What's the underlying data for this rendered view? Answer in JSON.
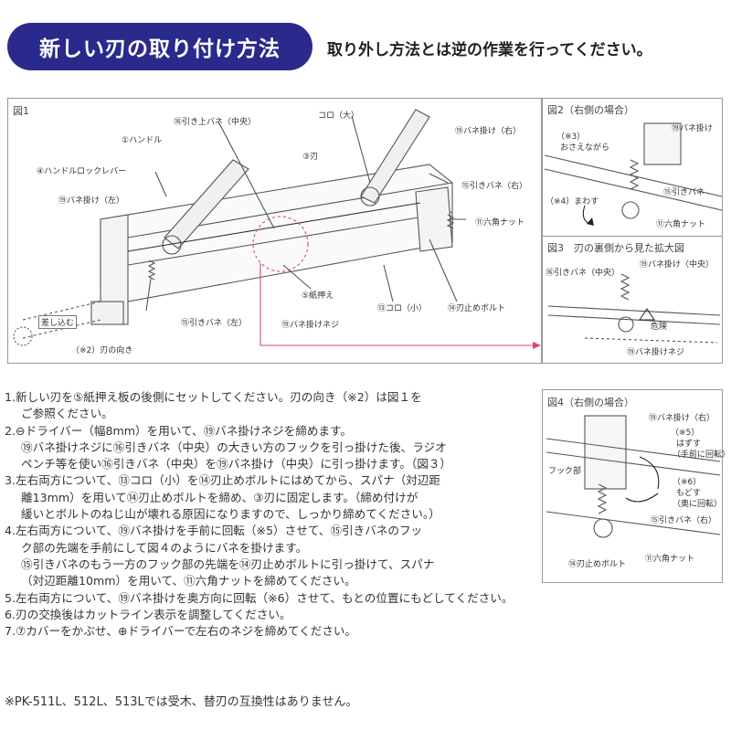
{
  "header": {
    "title": "新しい刃の取り付け方法",
    "subtitle": "取り外し方法とは逆の作業を行ってください。"
  },
  "figure1": {
    "label": "図1",
    "callouts": {
      "center_upper_spring": "⑯引き上バネ（中央）",
      "handle": "①ハンドル",
      "roller_large": "コロ（大）",
      "blade": "③刃",
      "spring_hook_right": "⑲バネ掛け（右）",
      "handle_lock_lever": "④ハンドルロックレバー",
      "spring_hook_left": "⑲バネ掛け（左）",
      "pull_spring_right": "⑮引きバネ（右）",
      "hex_nut": "⑪六角ナット",
      "paper_press": "⑤紙押え",
      "roller_small": "⑬コロ（小）",
      "pull_spring_left": "⑮引きバネ（左）",
      "spring_hook_screw": "⑲バネ掛けネジ",
      "blade_stop_bolt": "⑭刃止めボルト",
      "blade_direction": "（※2）刃の向き",
      "insert_tag": "差し込む"
    }
  },
  "figure2": {
    "label": "図2（右側の場合）",
    "callouts": {
      "note3": "（※3）",
      "note3_text": "おさえながら",
      "spring_hook": "⑲バネ掛け",
      "note4": "（※4）まわす",
      "pull_spring": "⑮引きバネ",
      "hex_nut": "⑪六角ナット"
    }
  },
  "figure3": {
    "label": "図3　刃の裏側から見た拡大図",
    "callouts": {
      "pull_spring_center": "⑯引きバネ（中央）",
      "spring_hook_center": "⑲バネ掛け（中央）",
      "danger": "危険",
      "spring_hook_screw": "⑲バネ掛けネジ"
    }
  },
  "figure4": {
    "label": "図4（右側の場合）",
    "callouts": {
      "spring_hook_right": "⑲バネ掛け（右）",
      "note5": "（※5）",
      "note5_a": "はずす",
      "note5_b": "（手前に回転）",
      "hook_part": "フック部",
      "note6": "（※6）",
      "note6_a": "もどす",
      "note6_b": "（奥に回転）",
      "pull_spring_right": "⑮引きバネ（右）",
      "blade_stop_bolt": "⑭刃止めボルト",
      "hex_nut": "⑪六角ナット"
    }
  },
  "steps": [
    "1.新しい刃を⑤紙押え板の後側にセットしてください。刃の向き（※2）は図１を",
    "ご参照ください。",
    "2.⊖ドライバー（幅8mm）を用いて、⑲バネ掛けネジを締めます。",
    "⑲バネ掛けネジに⑯引きバネ（中央）の大きい方のフックを引っ掛けた後、ラジオ",
    "ペンチ等を使い⑯引きバネ（中央）を⑲バネ掛け（中央）に引っ掛けます。（図３）",
    "3.左右両方について、⑬コロ（小）を⑭刃止めボルトにはめてから、スパナ（対辺距",
    "離13mm）を用いて⑭刃止めボルトを締め、③刃に固定します。（締め付けが",
    "緩いとボルトのねじ山が壊れる原因になりますので、しっかり締めてください。）",
    "4.左右両方について、⑲バネ掛けを手前に回転（※5）させて、⑮引きバネのフッ",
    "ク部の先端を手前にして図４のようにバネを掛けます。",
    "⑮引きバネのもう一方のフック部の先端を⑭刃止めボルトに引っ掛けて、スパナ",
    "（対辺距離10mm）を用いて、⑪六角ナットを締めてください。",
    "5.左右両方について、⑲バネ掛けを奥方向に回転（※6）させて、もとの位置にもどしてください。",
    "6.刃の交換後はカットライン表示を調整してください。",
    "7.⑦カバーをかぶせ、⊕ドライバーで左右のネジを締めてください。"
  ],
  "footnote": "※PK-511L、512L、513Lでは受木、替刃の互換性はありません。"
}
